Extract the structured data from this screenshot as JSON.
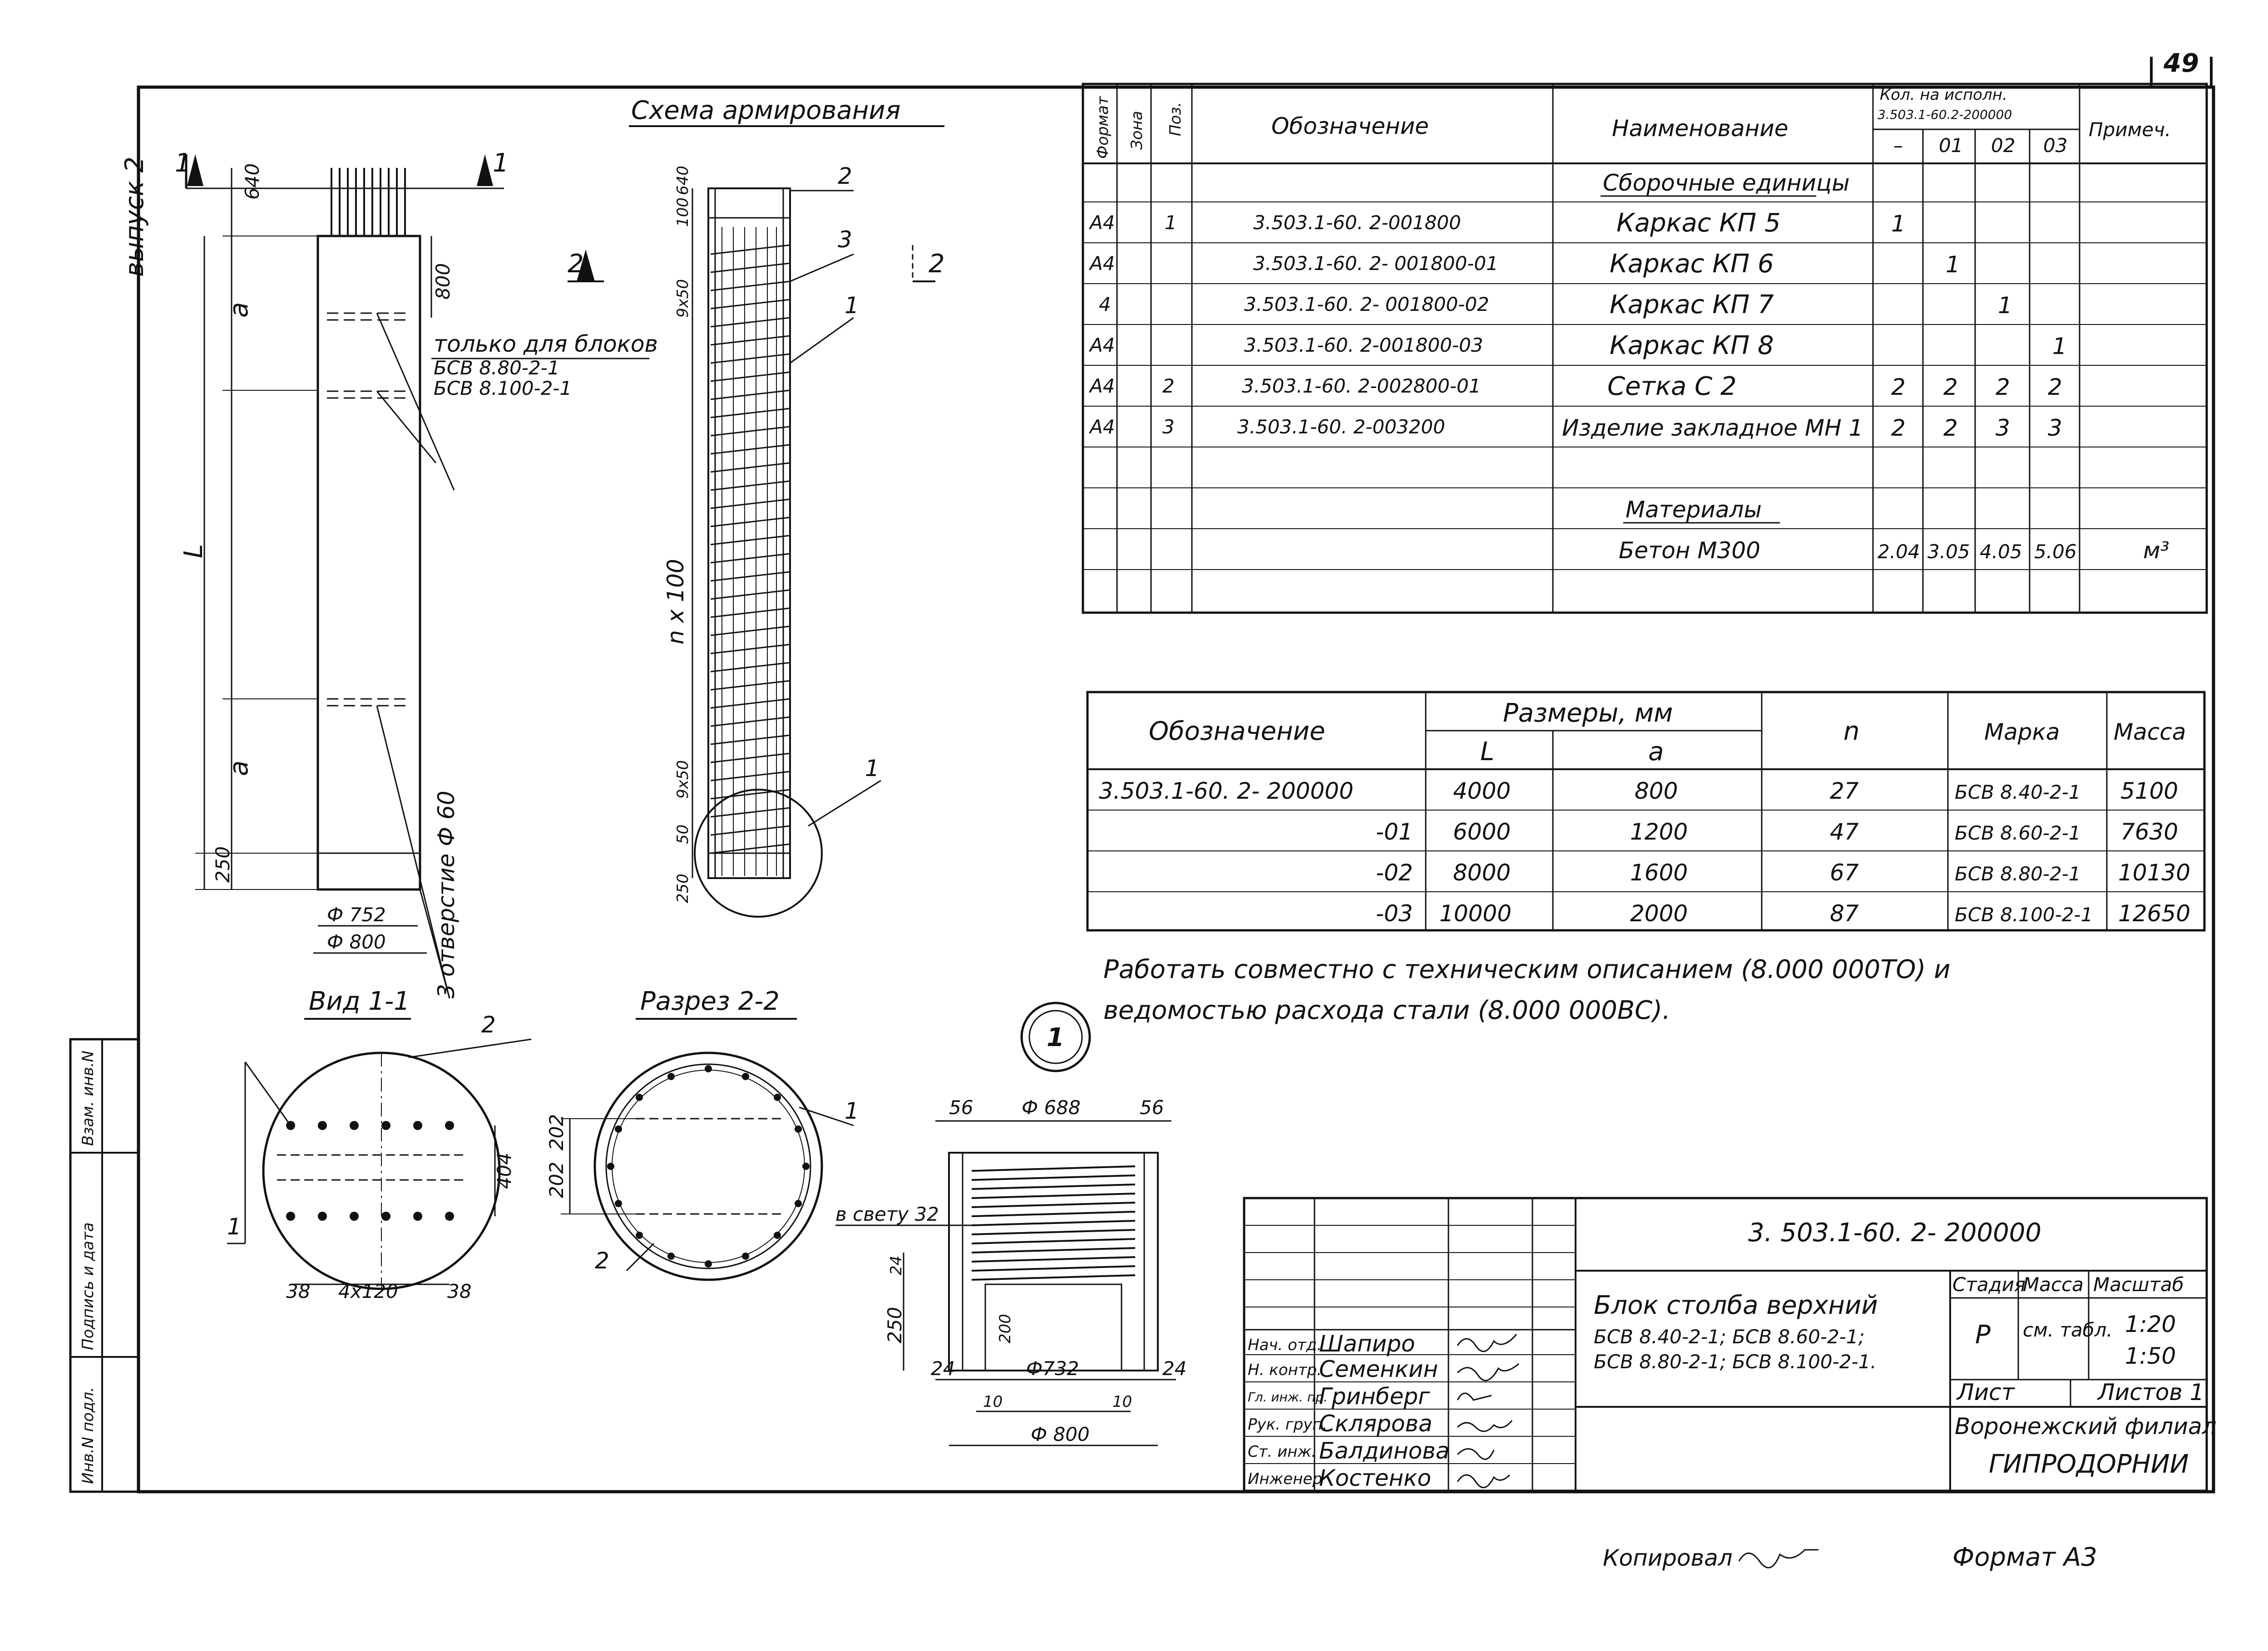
{
  "sheet": {
    "page_number": "49",
    "vypusk": "выпуск 2",
    "copied": "Копировал",
    "format": "Формат А3",
    "stamp": [
      "Инв.N подл.",
      "Подпись и дата",
      "Взам. инв.N"
    ]
  },
  "drawing": {
    "scheme_title": "Схема армирования",
    "view_title": "Вид 1-1",
    "section_title": "Разрез 2-2",
    "section_mark_1": "1",
    "section_mark_2": "2",
    "circle_mark": "1",
    "left_dims": [
      "640",
      "800",
      "a",
      "L",
      "a",
      "250"
    ],
    "bottom_dims": [
      "Ф 752",
      "Ф 800"
    ],
    "hole_note": "3 отверстие Ф 60",
    "only_for_blocks": [
      "только для блоков",
      "БСВ 8.80-2-1",
      "БСВ 8.100-2-1"
    ],
    "mid_dims": [
      "100",
      "640",
      "9х50",
      "n х 100",
      "50",
      "9х50",
      "250"
    ],
    "mid_labels": [
      "2",
      "3",
      "1",
      "1"
    ],
    "view_dims": [
      "38",
      "4х120",
      "38",
      "404"
    ],
    "view_labels": [
      "2",
      "1"
    ],
    "section_dims": [
      "202",
      "202"
    ],
    "section_labels": [
      "1",
      "2"
    ],
    "detail_dims": [
      "56",
      "Ф 688",
      "56",
      "в свету 32",
      "24",
      "250",
      "200",
      "24",
      "Ф732",
      "24",
      "10",
      "10",
      "Ф 800"
    ]
  },
  "spec": {
    "headers": [
      "Формат",
      "Зона",
      "Поз.",
      "Обозначение",
      "Наименование",
      "Кол. на исполн.",
      "3.503.1-60.2-200000",
      "Примеч."
    ],
    "exec_cols": [
      "–",
      "01",
      "02",
      "03"
    ],
    "section_assembly": "Сборочные единицы",
    "rows": [
      {
        "fmt": "А4",
        "zone": "",
        "pos": "1",
        "code": "3.503.1-60. 2-001800",
        "name": "Каркас КП 5",
        "q": [
          "1",
          "",
          "",
          ""
        ],
        "note": ""
      },
      {
        "fmt": "А4",
        "zone": "",
        "pos": "",
        "code": "3.503.1-60. 2- 001800-01",
        "name": "Каркас КП 6",
        "q": [
          "",
          "1",
          "",
          ""
        ],
        "note": ""
      },
      {
        "fmt": "4",
        "zone": "",
        "pos": "",
        "code": "3.503.1-60. 2- 001800-02",
        "name": "Каркас КП 7",
        "q": [
          "",
          "",
          "1",
          ""
        ],
        "note": ""
      },
      {
        "fmt": "А4",
        "zone": "",
        "pos": "",
        "code": "3.503.1-60. 2-001800-03",
        "name": "Каркас КП 8",
        "q": [
          "",
          "",
          "",
          "1"
        ],
        "note": ""
      },
      {
        "fmt": "А4",
        "zone": "",
        "pos": "2",
        "code": "3.503.1-60. 2-002800-01",
        "name": "Сетка С 2",
        "q": [
          "2",
          "2",
          "2",
          "2"
        ],
        "note": ""
      },
      {
        "fmt": "А4",
        "zone": "",
        "pos": "3",
        "code": "3.503.1-60. 2-003200",
        "name": "Изделие закладное МН 1",
        "q": [
          "2",
          "2",
          "3",
          "3"
        ],
        "note": ""
      }
    ],
    "section_materials": "Материалы",
    "material": {
      "name": "Бетон М300",
      "q": [
        "2.04",
        "3.05",
        "4.05",
        "5.06"
      ],
      "note": "м³"
    }
  },
  "sizes": {
    "headers": [
      "Обозначение",
      "Размеры, мм",
      "L",
      "a",
      "n",
      "Марка",
      "Масса"
    ],
    "rows": [
      {
        "code": "3.503.1-60. 2- 200000",
        "L": "4000",
        "a": "800",
        "n": "27",
        "mark": "БСВ 8.40-2-1",
        "mass": "5100"
      },
      {
        "code": "-01",
        "L": "6000",
        "a": "1200",
        "n": "47",
        "mark": "БСВ 8.60-2-1",
        "mass": "7630"
      },
      {
        "code": "-02",
        "L": "8000",
        "a": "1600",
        "n": "67",
        "mark": "БСВ 8.80-2-1",
        "mass": "10130"
      },
      {
        "code": "-03",
        "L": "10000",
        "a": "2000",
        "n": "87",
        "mark": "БСВ 8.100-2-1",
        "mass": "12650"
      }
    ]
  },
  "note": {
    "line1": "Работать совместно с техническим описанием (8.000 000ТО) и",
    "line2": "ведомостью расхода стали (8.000 000ВС)."
  },
  "title_block": {
    "doc_code": "3. 503.1-60. 2- 200000",
    "name_line1": "Блок столба верхний",
    "name_line2": "БСВ 8.40-2-1; БСВ 8.60-2-1;",
    "name_line3": "БСВ 8.80-2-1; БСВ 8.100-2-1.",
    "stage_h": "Стадия",
    "mass_h": "Масса",
    "scale_h": "Масштаб",
    "stage": "Р",
    "mass": "см. табл.",
    "scale1": "1:20",
    "scale2": "1:50",
    "sheet_h": "Лист",
    "sheets_h": "Листов 1",
    "org1": "Воронежский филиал",
    "org2": "ГИПРОДОРНИИ",
    "people": [
      {
        "role": "Нач. отд.",
        "name": "Шапиро"
      },
      {
        "role": "Н. контр.",
        "name": "Семенкин"
      },
      {
        "role": "Гл. инж. пр.",
        "name": "Гринберг"
      },
      {
        "role": "Рук. груп.",
        "name": "Склярова"
      },
      {
        "role": "Ст. инж.",
        "name": "Балдинова"
      },
      {
        "role": "Инженер",
        "name": "Костенко"
      }
    ]
  }
}
